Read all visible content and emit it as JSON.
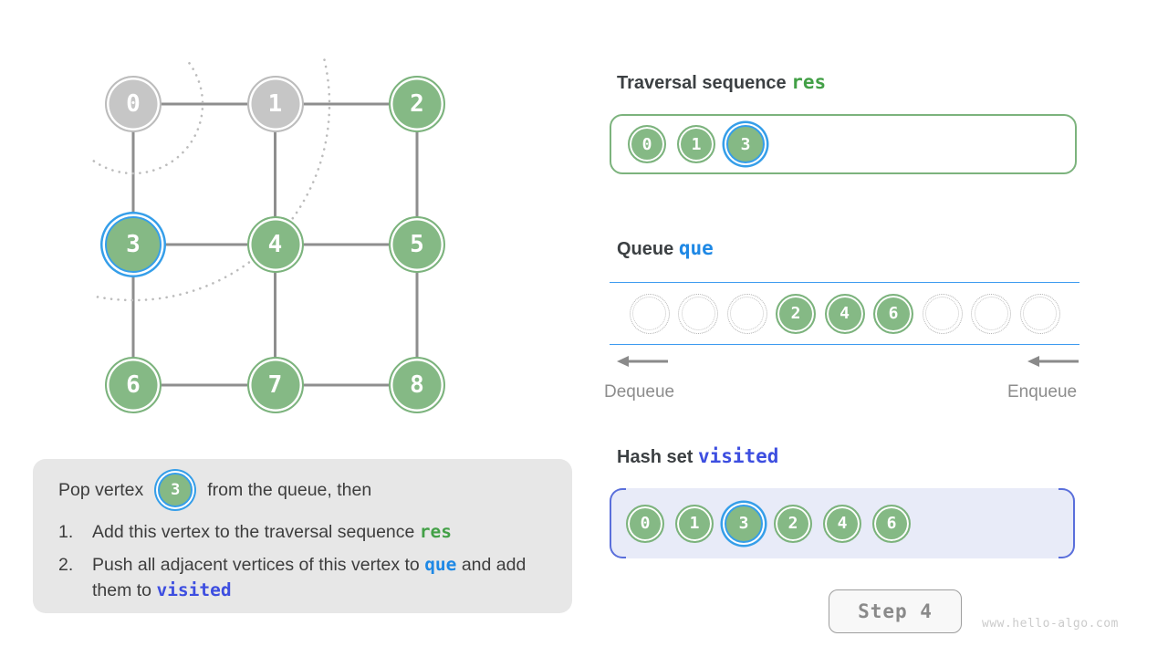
{
  "graph": {
    "nodes": [
      {
        "id": "0",
        "state": "gray",
        "row": 0,
        "col": 0
      },
      {
        "id": "1",
        "state": "gray",
        "row": 0,
        "col": 1
      },
      {
        "id": "2",
        "state": "green",
        "row": 0,
        "col": 2
      },
      {
        "id": "3",
        "state": "current",
        "row": 1,
        "col": 0
      },
      {
        "id": "4",
        "state": "green",
        "row": 1,
        "col": 1
      },
      {
        "id": "5",
        "state": "green",
        "row": 1,
        "col": 2
      },
      {
        "id": "6",
        "state": "green",
        "row": 2,
        "col": 0
      },
      {
        "id": "7",
        "state": "green",
        "row": 2,
        "col": 1
      },
      {
        "id": "8",
        "state": "green",
        "row": 2,
        "col": 2
      }
    ],
    "edges": [
      [
        0,
        1
      ],
      [
        1,
        2
      ],
      [
        3,
        4
      ],
      [
        4,
        5
      ],
      [
        6,
        7
      ],
      [
        7,
        8
      ],
      [
        0,
        3
      ],
      [
        1,
        4
      ],
      [
        2,
        5
      ],
      [
        3,
        6
      ],
      [
        4,
        7
      ],
      [
        5,
        8
      ]
    ]
  },
  "panels": {
    "traversal": {
      "label": "Traversal sequence",
      "code": "res",
      "items": [
        {
          "v": "0",
          "current": false
        },
        {
          "v": "1",
          "current": false
        },
        {
          "v": "3",
          "current": true
        }
      ]
    },
    "queue": {
      "label": "Queue",
      "code": "que",
      "slots": [
        "",
        "",
        "",
        "2",
        "4",
        "6",
        "",
        "",
        ""
      ],
      "dequeue_label": "Dequeue",
      "enqueue_label": "Enqueue"
    },
    "hashset": {
      "label": "Hash set",
      "code": "visited",
      "items": [
        {
          "v": "0",
          "current": false
        },
        {
          "v": "1",
          "current": false
        },
        {
          "v": "3",
          "current": true
        },
        {
          "v": "2",
          "current": false
        },
        {
          "v": "4",
          "current": false
        },
        {
          "v": "6",
          "current": false
        }
      ]
    }
  },
  "explanation": {
    "intro_before": "Pop vertex",
    "intro_vertex": "3",
    "intro_after": "from the queue, then",
    "items": [
      {
        "num": "1.",
        "parts": [
          {
            "t": "Add this vertex to the traversal sequence ",
            "style": "plain"
          },
          {
            "t": "res",
            "style": "code-green"
          }
        ]
      },
      {
        "num": "2.",
        "parts": [
          {
            "t": "Push all adjacent vertices of this vertex to ",
            "style": "plain"
          },
          {
            "t": "que",
            "style": "code-blue"
          },
          {
            "t": " and add them to ",
            "style": "plain"
          },
          {
            "t": "visited",
            "style": "code-indigo"
          }
        ]
      }
    ]
  },
  "footer": {
    "step_label": "Step 4",
    "watermark": "www.hello-algo.com"
  },
  "icons": {
    "dequeue_arrow": "left-arrow-icon",
    "enqueue_arrow": "left-arrow-icon"
  },
  "colors": {
    "node_green": "#85b985",
    "node_gray": "#c6c6c6",
    "highlight_blue": "#359ee9",
    "edge_gray": "#8e8e8e",
    "arc_dot_gray": "#bcbcbc",
    "res_green": "#43a047",
    "que_blue": "#1e88e5",
    "visited_indigo": "#3d4ee0",
    "hash_bracket": "#5a6fdb",
    "hash_bg": "#e8ebf8",
    "queue_line_blue": "#3d9bf0",
    "explain_bg": "#e7e7e7"
  }
}
